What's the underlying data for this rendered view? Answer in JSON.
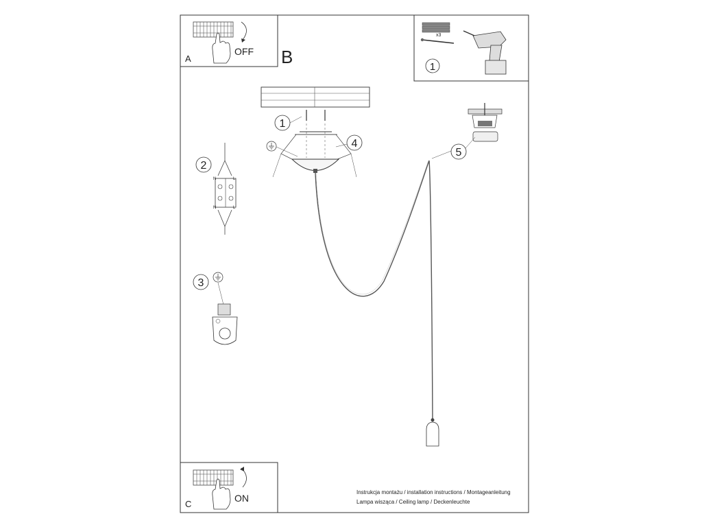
{
  "panels": {
    "a": {
      "letter": "A",
      "switch_label": "OFF"
    },
    "b": {
      "letter": "B"
    },
    "c": {
      "letter": "C",
      "switch_label": "ON"
    }
  },
  "tools": {
    "dowel_quantity": "x3",
    "step": "1"
  },
  "steps": {
    "s1": "1",
    "s2": "2",
    "s3": "3",
    "s4": "4",
    "s5": "5"
  },
  "terminal": {
    "n_top": "N",
    "l_top": "L",
    "n_bottom": "N",
    "l_bottom": "L"
  },
  "footer": {
    "line1": "Instrukcja montażu / installation instructions / Montageanleitung",
    "line2": "Lampa wisząca / Ceiling lamp / Deckenleuchte"
  },
  "icons": [
    "ground-symbol-icon",
    "hand-icon",
    "curved-arrow-icon",
    "drill-icon",
    "screw-icon",
    "wall-plug-icon"
  ]
}
